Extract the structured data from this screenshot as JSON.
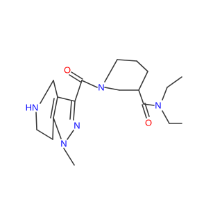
{
  "molecule": {
    "atoms": {
      "O_ketone": "O",
      "N_piperidine": "N",
      "N_amide": "N",
      "O_amide": "O",
      "NH_ring": "HN",
      "N_pyrazole2": "N",
      "N_pyrazole1": "N"
    },
    "colors": {
      "oxygen": "#ff0000",
      "nitrogen": "#0000ff",
      "bond": "#3a3a3a"
    }
  }
}
